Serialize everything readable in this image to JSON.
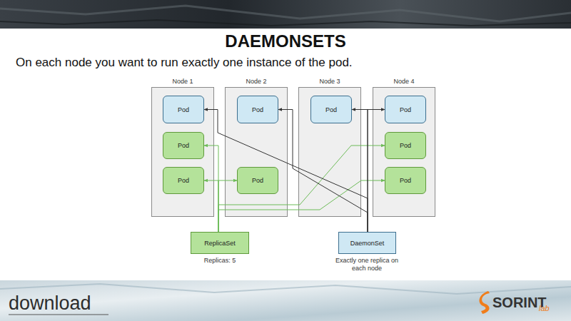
{
  "diagram": {
    "title": "DAEMONSETS",
    "nodes": [
      {
        "text": [
          "Node 1"
        ]
      },
      {
        "text": [
          "Pod"
        ],
        "in": 0
      },
      {
        "text": [
          "Pod"
        ],
        "in": 0
      },
      {
        "text": [
          "Pod"
        ],
        "in": 0
      },
      {
        "text": [
          "Node 2"
        ]
      },
      {
        "text": [
          "Pod"
        ],
        "in": 4
      },
      {
        "text": [
          "Pod"
        ],
        "in": 4
      },
      {
        "text": [
          "Node 3"
        ]
      },
      {
        "text": [
          "Pod"
        ],
        "in": 7
      },
      {
        "text": [
          "Node 4"
        ]
      },
      {
        "text": [
          "Pod"
        ],
        "in": 9
      },
      {
        "text": [
          "Pod"
        ],
        "in": 9
      },
      {
        "text": [
          "Pod"
        ],
        "in": 9
      },
      {
        "text": [
          "ReplicaSet"
        ]
      },
      {
        "text": [
          "DaemonSet"
        ]
      }
    ],
    "edges": [
      {
        "from": 13,
        "to": 2,
        "arrow": "to"
      },
      {
        "from": 13,
        "to": 3,
        "arrow": "to"
      },
      {
        "from": 13,
        "to": 6,
        "arrow": "to"
      },
      {
        "from": 13,
        "to": 11,
        "arrow": "to"
      },
      {
        "from": 13,
        "to": 12,
        "arrow": "to"
      },
      {
        "from": 14,
        "to": 1,
        "arrow": "to"
      },
      {
        "from": 14,
        "to": 5,
        "arrow": "to"
      },
      {
        "from": 14,
        "to": 8,
        "arrow": "to"
      },
      {
        "from": 14,
        "to": 10,
        "arrow": "to"
      }
    ],
    "labels": [
      "On each node you want to run exactly one instance of the pod.",
      "Replicas: 5",
      "Exactly one replica on each node",
      "download",
      "SORINT",
      "lab"
    ]
  }
}
